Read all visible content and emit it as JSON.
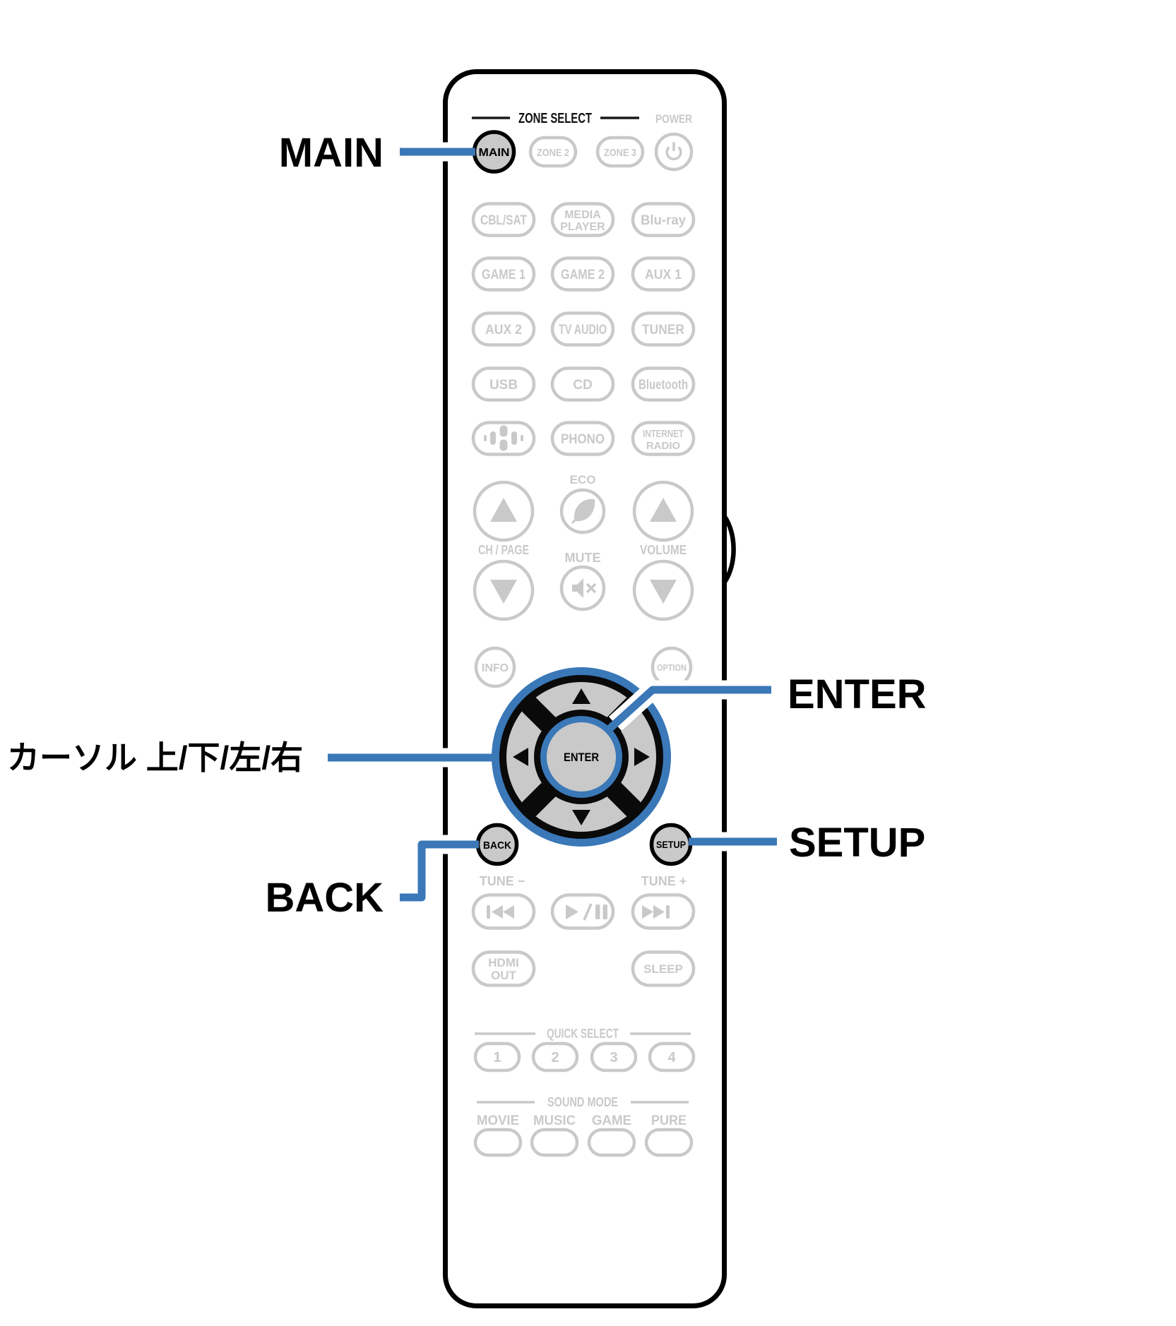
{
  "colors": {
    "accent_blue": "#3a78b8",
    "inactive_gray": "#c9c9c9",
    "highlight_button_fill": "#c9c9c9",
    "outline_black": "#000000"
  },
  "callouts": {
    "main": "MAIN",
    "cursor": "カーソル 上/下/左/右",
    "enter": "ENTER",
    "setup": "SETUP",
    "back": "BACK"
  },
  "remote": {
    "zone_select": "ZONE SELECT",
    "power_label": "POWER",
    "main": "MAIN",
    "zone2": "ZONE 2",
    "zone3": "ZONE 3",
    "sources": [
      {
        "l1": "CBL/SAT"
      },
      {
        "l1": "MEDIA",
        "l2": "PLAYER"
      },
      {
        "l1": "Blu-ray"
      },
      {
        "l1": "GAME 1"
      },
      {
        "l1": "GAME 2"
      },
      {
        "l1": "AUX 1"
      },
      {
        "l1": "AUX 2"
      },
      {
        "l1": "TV AUDIO"
      },
      {
        "l1": "TUNER"
      },
      {
        "l1": "USB"
      },
      {
        "l1": "CD"
      },
      {
        "l1": "Bluetooth"
      },
      {
        "icon": "heos-icon"
      },
      {
        "l1": "PHONO"
      },
      {
        "l1": "INTERNET",
        "l2": "RADIO"
      }
    ],
    "eco": "ECO",
    "ch_page": "CH / PAGE",
    "mute": "MUTE",
    "volume": "VOLUME",
    "info": "INFO",
    "option": "OPTION",
    "enter": "ENTER",
    "back": "BACK",
    "setup": "SETUP",
    "tune_minus": "TUNE −",
    "tune_plus": "TUNE +",
    "hdmi_l1": "HDMI",
    "hdmi_l2": "OUT",
    "sleep": "SLEEP",
    "quick_select": "QUICK SELECT",
    "quick": [
      "1",
      "2",
      "3",
      "4"
    ],
    "sound_mode": "SOUND MODE",
    "sound_modes": [
      "MOVIE",
      "MUSIC",
      "GAME",
      "PURE"
    ]
  },
  "icons": {
    "power": "power-icon",
    "heos": "heos-icon",
    "eco_leaf": "eco-leaf-icon",
    "mute_speaker": "mute-speaker-icon",
    "up_arrow": "up-arrow-icon",
    "down_arrow": "down-arrow-icon",
    "cursor_up": "cursor-up-icon",
    "cursor_down": "cursor-down-icon",
    "cursor_left": "cursor-left-icon",
    "cursor_right": "cursor-right-icon",
    "skip_back": "skip-back-icon",
    "play_pause": "play-pause-icon",
    "skip_forward": "skip-forward-icon"
  }
}
